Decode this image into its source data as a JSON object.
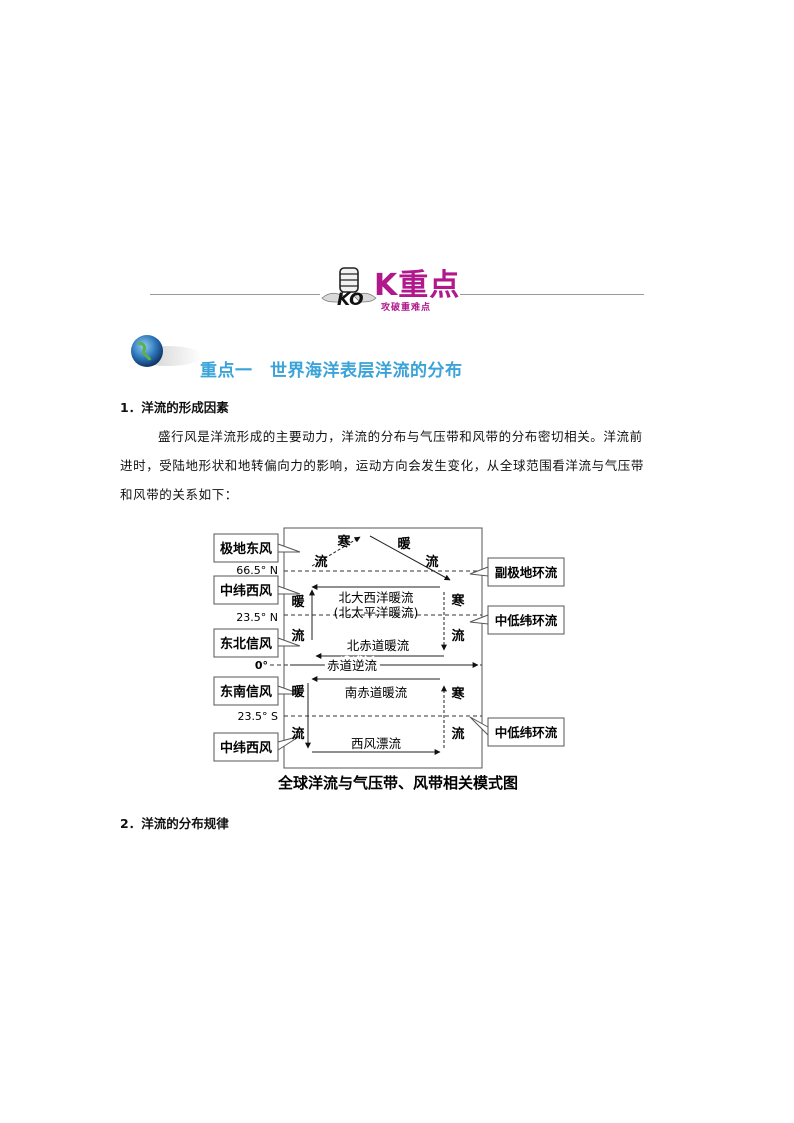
{
  "banner": {
    "title": "K重点",
    "subtitle": "攻破重难点",
    "ko_text": "KO"
  },
  "section": {
    "title": "重点一　世界海洋表层洋流的分布"
  },
  "heading1": "1．洋流的形成因素",
  "paragraph": {
    "lines": [
      "盛行风是洋流形成的主要动力，洋流的分布与气压带和风带的分布密切相关。洋流前",
      "进时，受陆地形状和地转偏向力的影响，运动方向会发生变化，从全球范围看洋流与气压带",
      "和风带的关系如下："
    ]
  },
  "diagram": {
    "left_labels": [
      "极地东风",
      "中纬西风",
      "东北信风",
      "东南信风",
      "中纬西风"
    ],
    "right_labels": [
      "副极地环流",
      "中低纬环流",
      "中低纬环流"
    ],
    "latitudes": [
      "66.5° N",
      "23.5° N",
      "0°",
      "23.5° S"
    ],
    "currents": {
      "north_atlantic": "北大西洋暖流",
      "north_pacific": "(北太平洋暖流)",
      "north_equatorial": "北赤道暖流",
      "counter": "赤道逆流",
      "south_equatorial": "南赤道暖流",
      "west_wind_drift": "西风漂流"
    },
    "marks": {
      "cold": "寒",
      "warm": "暖",
      "flow": "流"
    },
    "caption": "全球洋流与气压带、风带相关模式图"
  },
  "heading2": "2．洋流的分布规律"
}
